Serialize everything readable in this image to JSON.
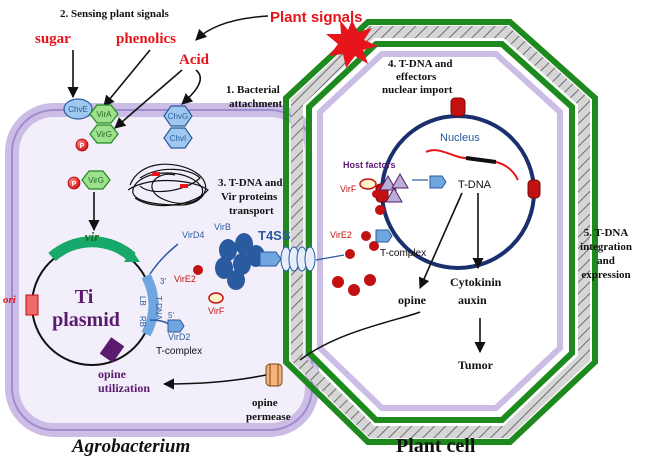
{
  "labels": {
    "step2": "2. Sensing plant signals",
    "plant_signals": "Plant signals",
    "sugar": "sugar",
    "phenolics": "phenolics",
    "acid": "Acid",
    "step1_line1": "1. Bacterial",
    "step1_line2": "attachment",
    "step4_line1": "4. T-DNA and",
    "step4_line2": "effectors",
    "step4_line3": "nuclear import",
    "step3_line1": "3. T-DNA and",
    "step3_line2": "Vir proteins",
    "step3_line3": "transport",
    "step5_line1": "5. T-DNA",
    "step5_line2": "integration",
    "step5_line3": "and",
    "step5_line4": "expression",
    "chvE": "ChvE",
    "virA": "VirA",
    "virG": "VirG",
    "virG2": "VirG",
    "chvG": "ChvG",
    "chvI": "ChvI",
    "p1": "P",
    "p2": "P",
    "vir": "vir",
    "ori": "ori",
    "ti": "Ti",
    "plasmid": "plasmid",
    "lb": "LB",
    "rb": "RB",
    "tdna": "T-DNA",
    "three_prime": "3'",
    "five_prime": "5'",
    "virD4": "VirD4",
    "virB": "VirB",
    "t4ss": "T4SS",
    "virE2_bact": "VirE2",
    "virF_bact": "VirF",
    "virD2": "VirD2",
    "tcomplex_bact": "T-complex",
    "opine_util_1": "opine",
    "opine_util_2": "utilization",
    "opine_perm_1": "opine",
    "opine_perm_2": "permease",
    "agrobacterium": "Agrobacterium",
    "plant_cell": "Plant cell",
    "nucleus": "Nucleus",
    "host_factors": "Host factors",
    "virF_plant": "VirF",
    "tdna_nucleus": "T-DNA",
    "virE2_plant": "VirE2",
    "tcomplex_plant": "T-complex",
    "opine_plant": "opine",
    "cytokinin": "Cytokinin",
    "auxin": "auxin",
    "tumor": "Tumor"
  },
  "colors": {
    "red_text": "#e8141b",
    "green_wall": "#1e8a1e",
    "membrane": "#b7a6d9",
    "nucleus_ring": "#1a2f6e",
    "protein_blue": "#9ec8ee",
    "protein_green": "#9ee08e",
    "virE2_dot": "#c31010",
    "plasmid_green": "#17a86b",
    "plasmid_purple": "#5a1a6e",
    "blue_label": "#2a5aa0"
  }
}
